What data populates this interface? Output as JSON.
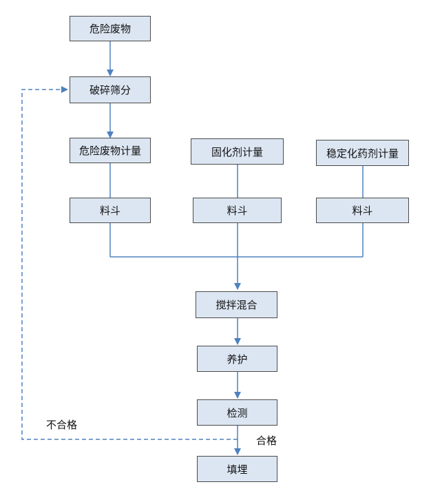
{
  "diagram": {
    "nodes": {
      "hazardous_waste": "危险废物",
      "crushing": "破碎筛分",
      "waste_metering": "危险废物计量",
      "solidifier_metering": "固化剂计量",
      "stabilizer_metering": "稳定化药剂计量",
      "hopper_1": "料斗",
      "hopper_2": "料斗",
      "hopper_3": "料斗",
      "mixing": "搅拌混合",
      "curing": "养护",
      "testing": "检测",
      "landfill": "填埋"
    },
    "labels": {
      "fail": "不合格",
      "pass": "合格"
    }
  },
  "colors": {
    "box_fill": "#dce6f2",
    "box_border": "#4a4a4a",
    "connector": "#4f81bd"
  }
}
